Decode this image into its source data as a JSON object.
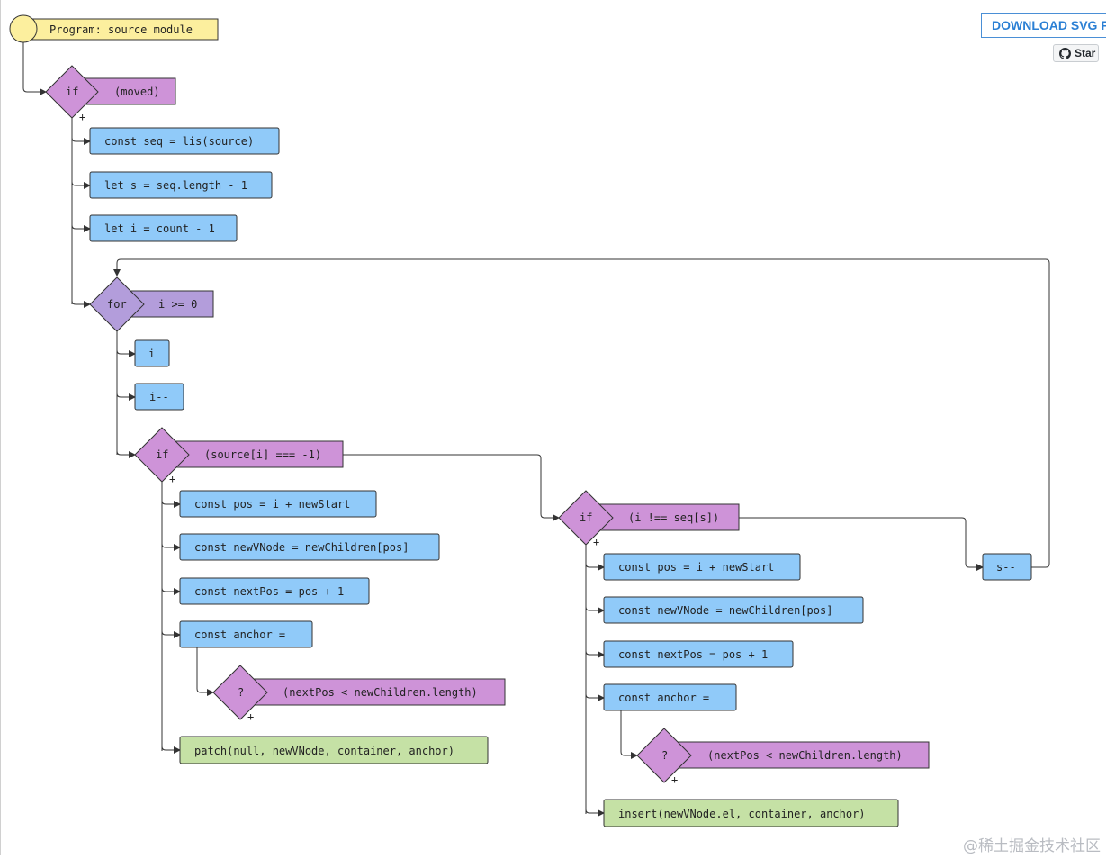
{
  "header": {
    "download_label": "DOWNLOAD SVG FILE",
    "star_label": "Star"
  },
  "watermark": "@稀土掘金技术社区",
  "colors": {
    "start": "#fcef9e",
    "statement": "#90caf9",
    "condition": "#ce93d8",
    "loop": "#b39ddb",
    "call": "#c5e1a5",
    "line": "#333333"
  },
  "flowchart": {
    "start_label": "Program: source module",
    "if_moved": {
      "keyword": "if",
      "condition": "(moved)",
      "yes_sign": "+"
    },
    "stmt_seq": "const seq = lis(source)",
    "stmt_s": "let s = seq.length - 1",
    "stmt_i": "let i = count - 1",
    "for_loop": {
      "keyword": "for",
      "condition": "i >= 0"
    },
    "stmt_i_plain": "i",
    "stmt_i_dec": "i--",
    "if_source": {
      "keyword": "if",
      "condition": "(source[i] === -1)",
      "yes_sign": "+",
      "no_sign": "-"
    },
    "left_branch": {
      "pos": "const pos = i + newStart",
      "new_vnode": "const newVNode = newChildren[pos]",
      "next_pos": "const nextPos = pos + 1",
      "anchor": "const anchor =",
      "ternary": {
        "keyword": "?",
        "condition": "(nextPos < newChildren.length)",
        "yes_sign": "+"
      },
      "call": "patch(null, newVNode, container, anchor)"
    },
    "if_seq": {
      "keyword": "if",
      "condition": "(i !== seq[s])",
      "yes_sign": "+",
      "no_sign": "-"
    },
    "right_branch": {
      "pos": "const pos = i + newStart",
      "new_vnode": "const newVNode = newChildren[pos]",
      "next_pos": "const nextPos = pos + 1",
      "anchor": "const anchor =",
      "ternary": {
        "keyword": "?",
        "condition": "(nextPos < newChildren.length)",
        "yes_sign": "+"
      },
      "call": "insert(newVNode.el, container, anchor)"
    },
    "stmt_s_dec": "s--"
  }
}
